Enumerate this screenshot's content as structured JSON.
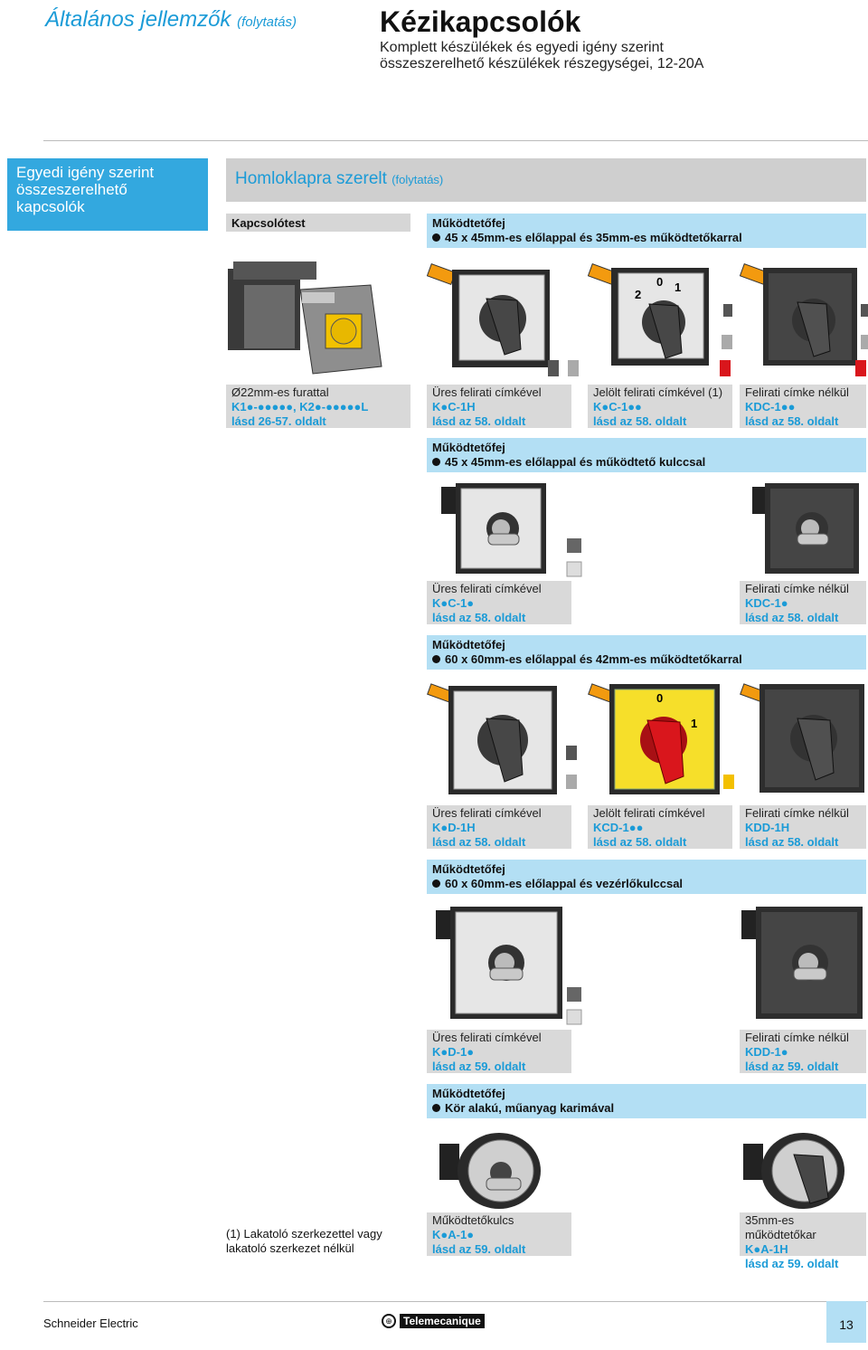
{
  "header": {
    "left_title": "Általános jellemzők",
    "left_suffix": "(folytatás)",
    "title": "Kézikapcsolók",
    "subtitle": "Komplett készülékek és egyedi igény szerint összeszerelhető készülékek részegységei, 12-20A"
  },
  "side_label": "Egyedi igény szerint összeszerelhető kapcsolók",
  "section": {
    "title": "Homloklapra szerelt",
    "suffix": "(folytatás)"
  },
  "left_column": {
    "label": "Kapcsolótest",
    "caption": [
      "Ø22mm-es furattal",
      "K1●-●●●●●, K2●-●●●●●L",
      "lásd 26-57. oldalt"
    ]
  },
  "groups": [
    {
      "heading": "Működtetőfej",
      "line": "45 x 45mm-es előlappal és 35mm-es működtetőkarral",
      "captions": [
        [
          "Üres felirati címkével",
          "K●C-1H",
          "lásd az 58. oldalt"
        ],
        [
          "Jelölt felirati címkével (1)",
          "K●C-1●●",
          "lásd az 58. oldalt"
        ],
        [
          "Felirati címke nélkül",
          "KDC-1●●",
          "lásd az 58. oldalt"
        ]
      ],
      "dial_marks": [
        "2",
        "0",
        "1"
      ]
    },
    {
      "heading": "Működtetőfej",
      "line": "45 x 45mm-es előlappal és működtető kulccsal",
      "captions": [
        [
          "Üres felirati címkével",
          "K●C-1●",
          "lásd az 58. oldalt"
        ],
        [
          "Felirati címke nélkül",
          "KDC-1●",
          "lásd az 58. oldalt"
        ]
      ]
    },
    {
      "heading": "Működtetőfej",
      "line": "60 x 60mm-es előlappal és 42mm-es működtetőkarral",
      "captions": [
        [
          "Üres felirati címkével",
          "K●D-1H",
          "lásd az 58. oldalt"
        ],
        [
          "Jelölt felirati címkével",
          "KCD-1●●",
          "lásd az 58. oldalt"
        ],
        [
          "Felirati címke nélkül",
          "KDD-1H",
          "lásd az 58. oldalt"
        ]
      ],
      "dial_marks": [
        "0",
        "1"
      ]
    },
    {
      "heading": "Működtetőfej",
      "line": "60 x 60mm-es előlappal és vezérlőkulccsal",
      "captions": [
        [
          "Üres felirati címkével",
          "K●D-1●",
          "lásd az 59. oldalt"
        ],
        [
          "Felirati címke nélkül",
          "KDD-1●",
          "lásd az 59. oldalt"
        ]
      ]
    },
    {
      "heading": "Működtetőfej",
      "line": "Kör alakú, műanyag karimával",
      "captions": [
        [
          "Működtetőkulcs",
          "K●A-1●",
          "lásd az 59. oldalt"
        ],
        [
          "35mm-es működtetőkar",
          "K●A-1H",
          "lásd az 59. oldalt"
        ]
      ]
    }
  ],
  "footnote": "(1) Lakatoló szerkezettel vagy lakatoló szerkezet nélkül",
  "footer": {
    "company": "Schneider Electric",
    "brand": "Telemecanique",
    "page": "13"
  },
  "colors": {
    "accent": "#1b9bd7",
    "sidebar": "#33a8df",
    "heading_bg": "#b3dff4",
    "caption_bg": "#d9d9d9",
    "lever_red": "#d9161c",
    "plate_yellow": "#f6df2a",
    "stem_orange": "#f39a0f"
  }
}
